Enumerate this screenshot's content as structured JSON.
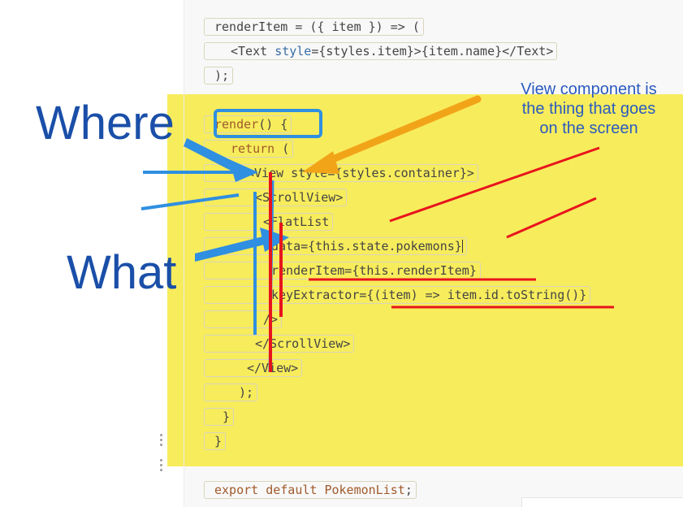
{
  "code": {
    "lines": [
      {
        "parts": [
          {
            "t": "renderItem = ({ item }) => (",
            "c": ""
          }
        ]
      },
      {
        "parts": [
          {
            "t": "<Text ",
            "c": "tag"
          },
          {
            "t": "style",
            "c": "attr"
          },
          {
            "t": "={styles.item}>{item.name}</Text>",
            "c": ""
          }
        ]
      },
      {
        "parts": [
          {
            "t": ");",
            "c": ""
          }
        ]
      },
      {
        "parts": [
          {
            "t": "render",
            "c": "kw"
          },
          {
            "t": "() {",
            "c": ""
          }
        ]
      },
      {
        "parts": [
          {
            "t": "return",
            "c": "kw"
          },
          {
            "t": " (",
            "c": ""
          }
        ]
      },
      {
        "parts": [
          {
            "t": "<View style={styles.container}>",
            "c": ""
          }
        ]
      },
      {
        "parts": [
          {
            "t": "<ScrollView>",
            "c": ""
          }
        ]
      },
      {
        "parts": [
          {
            "t": "<FlatList",
            "c": ""
          }
        ]
      },
      {
        "parts": [
          {
            "t": "data={this.state.pokemons}",
            "c": ""
          }
        ]
      },
      {
        "parts": [
          {
            "t": "renderItem={this.renderItem}",
            "c": ""
          }
        ]
      },
      {
        "parts": [
          {
            "t": "keyExtractor={(item) => item.id.toString()}",
            "c": ""
          }
        ]
      },
      {
        "parts": [
          {
            "t": "/>",
            "c": ""
          }
        ]
      },
      {
        "parts": [
          {
            "t": "</ScrollView>",
            "c": ""
          }
        ]
      },
      {
        "parts": [
          {
            "t": "</View>",
            "c": ""
          }
        ]
      },
      {
        "parts": [
          {
            "t": ");",
            "c": ""
          }
        ]
      },
      {
        "parts": [
          {
            "t": "}",
            "c": ""
          }
        ]
      },
      {
        "parts": [
          {
            "t": "}",
            "c": ""
          }
        ]
      },
      {
        "parts": [
          {
            "t": "export",
            "c": "kw"
          },
          {
            "t": " ",
            "c": ""
          },
          {
            "t": "default",
            "c": "kw"
          },
          {
            "t": " ",
            "c": ""
          },
          {
            "t": "PokemonList",
            "c": "kw"
          },
          {
            "t": ";",
            "c": ""
          }
        ]
      }
    ]
  },
  "annotations": {
    "where": "Where",
    "what": "What",
    "note_line1": "View component is",
    "note_line2": "the thing that goes",
    "note_line3": "on the screen"
  },
  "colors": {
    "highlight": "#f7ec5c",
    "red_mark": "#e8141c",
    "blue_mark": "#2f8fe0",
    "orange_arrow": "#f2a419",
    "label_blue": "#1a4fa8"
  }
}
